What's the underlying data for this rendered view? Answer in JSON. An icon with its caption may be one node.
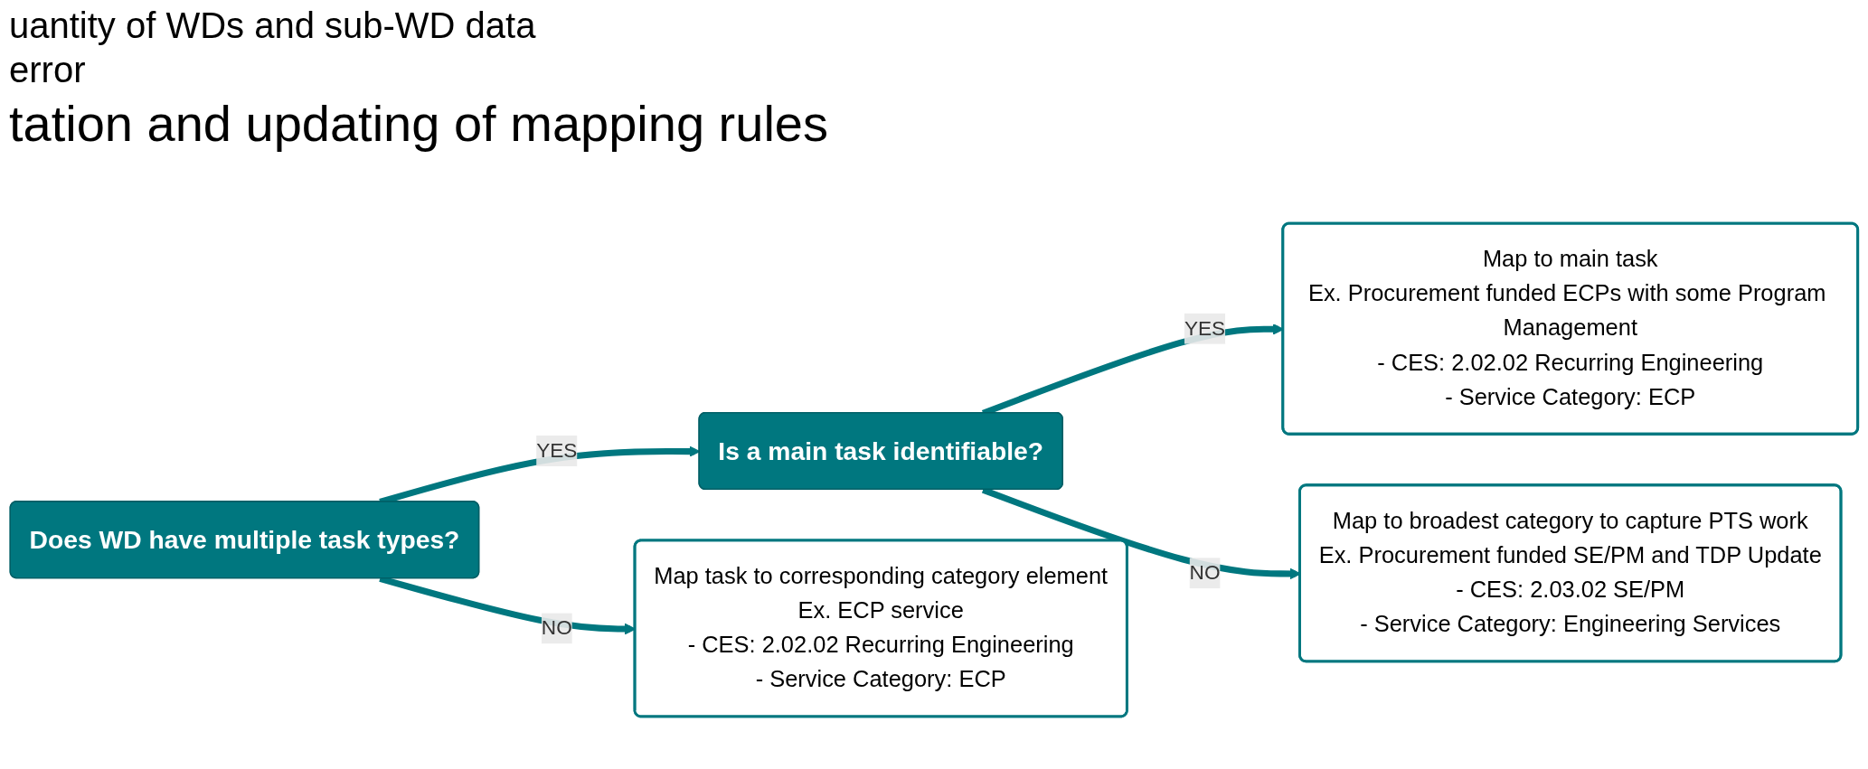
{
  "diagram": {
    "nodes": [
      {
        "text": [
          "Does WD have multiple task types?"
        ]
      },
      {
        "text": [
          "Is a main task identifiable?"
        ]
      },
      {
        "text": [
          "Map to main task",
          "Ex. Procurement funded ECPs with some Program Management",
          "- CES: 2.02.02 Recurring Engineering",
          "- Service Category: ECP"
        ]
      },
      {
        "text": [
          "Map to broadest category to capture PTS work",
          "Ex. Procurement funded SE/PM and TDP Update",
          "- CES: 2.03.02 SE/PM",
          "- Service Category: Engineering Services"
        ]
      },
      {
        "text": [
          "Map task to corresponding category element",
          "Ex. ECP service",
          "- CES: 2.02.02 Recurring Engineering",
          "- Service Category: ECP"
        ]
      }
    ],
    "edges": [
      {
        "from": 0,
        "to": 1,
        "label": "YES",
        "arrow": "to"
      },
      {
        "from": 1,
        "to": 2,
        "label": "YES",
        "arrow": "to"
      },
      {
        "from": 1,
        "to": 3,
        "label": "NO",
        "arrow": "to"
      },
      {
        "from": 0,
        "to": 4,
        "label": "NO",
        "arrow": "to"
      }
    ],
    "labels": [
      "uantity of WDs and sub-WD data",
      "error",
      "tation and updating of mapping rules"
    ]
  }
}
